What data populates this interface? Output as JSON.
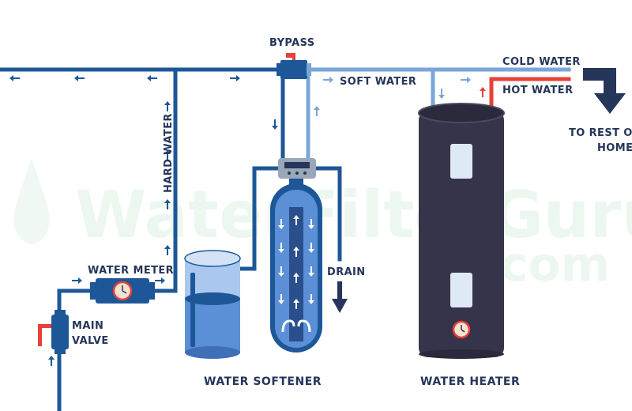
{
  "labels": {
    "bypass": "BYPASS",
    "cold_water": "COLD WATER",
    "hot_water": "HOT WATER",
    "soft_water": "SOFT WATER",
    "hard_water": "HARD WATER",
    "to_rest_line1": "TO REST OF",
    "to_rest_line2": "HOME",
    "water_meter": "WATER METER",
    "main_valve_line1": "MAIN",
    "main_valve_line2": "VALVE",
    "drain": "DRAIN",
    "water_softener": "WATER SOFTENER",
    "water_heater": "WATER HEATER"
  },
  "watermark": {
    "line1": "WaterFilterGuru",
    "line2": ".com"
  },
  "colors": {
    "hard_pipe": "#1d5797",
    "soft_pipe": "#7aa6d8",
    "hot_pipe": "#e8413b",
    "tank_dark": "#35344a",
    "softener_blue": "#5b8fd6",
    "label_navy": "#25365a"
  }
}
